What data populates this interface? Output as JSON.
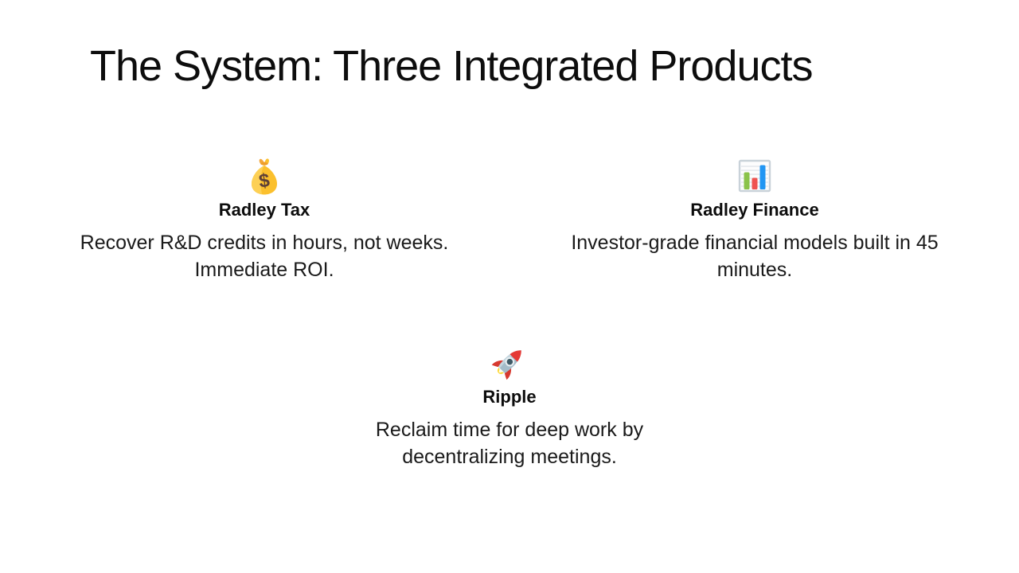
{
  "slide": {
    "title": "The System: Three Integrated Products",
    "cards": [
      {
        "icon": "money-bag",
        "name": "Radley Tax",
        "description": "Recover R&D credits in hours, not weeks. Immediate ROI."
      },
      {
        "icon": "bar-chart",
        "name": "Radley Finance",
        "description": "Investor-grade financial models built in 45 minutes."
      },
      {
        "icon": "rocket",
        "name": "Ripple",
        "description": "Reclaim time for deep work by decentralizing meetings."
      }
    ],
    "colors": {
      "background": "#ffffff",
      "title_text": "#0d0d0d",
      "body_text": "#1a1a1a",
      "money_bag_yellow": "#fbc02d",
      "chart_green": "#8bc34a",
      "chart_red": "#ef5350",
      "chart_blue": "#2196f3",
      "rocket_red": "#d7392f",
      "rocket_body": "#a4bcc9"
    }
  }
}
